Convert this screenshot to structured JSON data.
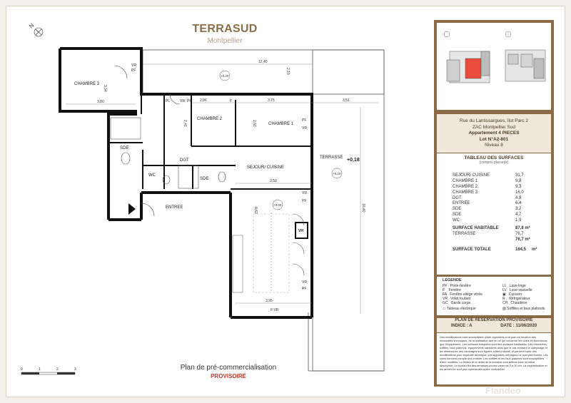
{
  "header": {
    "project": "TERRASUD",
    "city": "Montpellier"
  },
  "plan": {
    "rooms": {
      "chambre3": "CHAMBRE 3",
      "chambre2": "CHAMBRE 2",
      "chambre1": "CHAMBRE 1",
      "sejour": "SEJOUR/ CUISINE",
      "terrasse": "TERRASSE",
      "dgt": "DGT",
      "sde1": "SDE",
      "sde2": "SDE",
      "wc": "WC",
      "entree": "ENTREE"
    },
    "dims": {
      "d1240": "12,40",
      "d334": "3,34",
      "d210": "2,10",
      "d380": "3,80",
      "d296": "2,96",
      "d375": "3,75",
      "d351": "3,51",
      "d241": "2,41",
      "d260": "2,60",
      "d350": "3,50",
      "d1640": "16,40",
      "d862": "8,62",
      "d395": "3,95"
    },
    "levels": {
      "l1": "+0.20",
      "l2": "+0.00",
      "l3": "+0.20",
      "terrasse": "+0,18"
    },
    "markers": {
      "vr": "VR",
      "pf": "PF",
      "f": "F",
      "pl": "PL",
      "vh": "VH",
      "fvr": "F  VR"
    },
    "north": "N",
    "scale": [
      "0",
      "1",
      "2",
      "3"
    ]
  },
  "caption": {
    "line1": "Plan de pré-commercialisation",
    "line2": "PROVISOIRE"
  },
  "info": {
    "address": "Rue du Lantissargues, îlot Parc 2",
    "zone": "ZAC Montpellier Sud",
    "apartment": "Appartement 4 PIECES",
    "lot": "Lot N°A2-801",
    "level": "Niveau 8"
  },
  "surfaces": {
    "title": "TABLEAU DES SURFACES",
    "subtitle": "(compris placards)",
    "rows": [
      {
        "name": "SEJOUR/ CUISINE",
        "value": "31,7"
      },
      {
        "name": "CHAMBRE 1",
        "value": "9,8"
      },
      {
        "name": "CHAMBRE 2",
        "value": "9,3"
      },
      {
        "name": "CHAMBRE 3",
        "value": "16,0"
      },
      {
        "name": "DGT",
        "value": "4,8"
      },
      {
        "name": "ENTREE",
        "value": "6,4"
      },
      {
        "name": "SDE",
        "value": "3,2"
      },
      {
        "name": "SDE",
        "value": "4,7"
      },
      {
        "name": "WC",
        "value": "1,9"
      }
    ],
    "habitable": {
      "name": "SURFACE HABITABLE",
      "value": "87,8 m²"
    },
    "terrasse": {
      "name": "TERRASSE",
      "value": "76,7"
    },
    "terrasse_total": "76,7 m²",
    "total": {
      "name": "SURFACE TOTALE",
      "value": "164,5",
      "unit": "m²"
    }
  },
  "legend": {
    "title": "LEGENDE",
    "left": [
      {
        "k": "PF",
        "v": "Porte-fenêtre"
      },
      {
        "k": "F",
        "v": "Fenêtre"
      },
      {
        "k": "FA",
        "v": "Fenêtre allège vitrée"
      },
      {
        "k": "VR",
        "v": "Volet roulant"
      },
      {
        "k": "GC",
        "v": "Garde corps"
      }
    ],
    "right": [
      {
        "k": "LL",
        "v": "Lave-linge"
      },
      {
        "k": "LV",
        "v": "Lave-vaisselle"
      },
      {
        "k": "",
        "v": "Cuisson"
      },
      {
        "k": "R",
        "v": "Réfrigérateur"
      },
      {
        "k": "CH",
        "v": "Chaudière"
      }
    ],
    "elec": "Tableau électrique",
    "soffit": "Soffites et faux plafonds"
  },
  "lotbar": {
    "title": "PLAN DE RESERVATION PROVISOIRE",
    "index": "INDICE : A",
    "date": "DATE : 11/06/2020"
  },
  "notes": "Des modifications sont susceptibles d'être apportées à ce plan en fonction des nécessités techniques, de la réalisation tant en ce qui concerne les cotes et dimensions que l'équipement. Les surfaces indiquées sont des surfaces habitables. Les retombées, soffites, faux plafonds, équipements sanitaires ainsi que le cas échéant le calepinage et les dimensions des carrelages sont figurés à titre indicatif, et peuvent subir des modifications pour impératif technique. Les appareils ménagers ne sont pas fournis. Les cotes tiennent compte des enduits. Les soffites et les faux plafonds sont susceptibles d'être modifiés. La finition et le détail de la terrasse sont définis dans la notice descriptive. Le niveau fini des terrasses pourra varier de 3 à 20 cm. La végétalisation et les arbres ne sont pas représentés à titre contractuel.",
  "watermark": "Flandeo"
}
